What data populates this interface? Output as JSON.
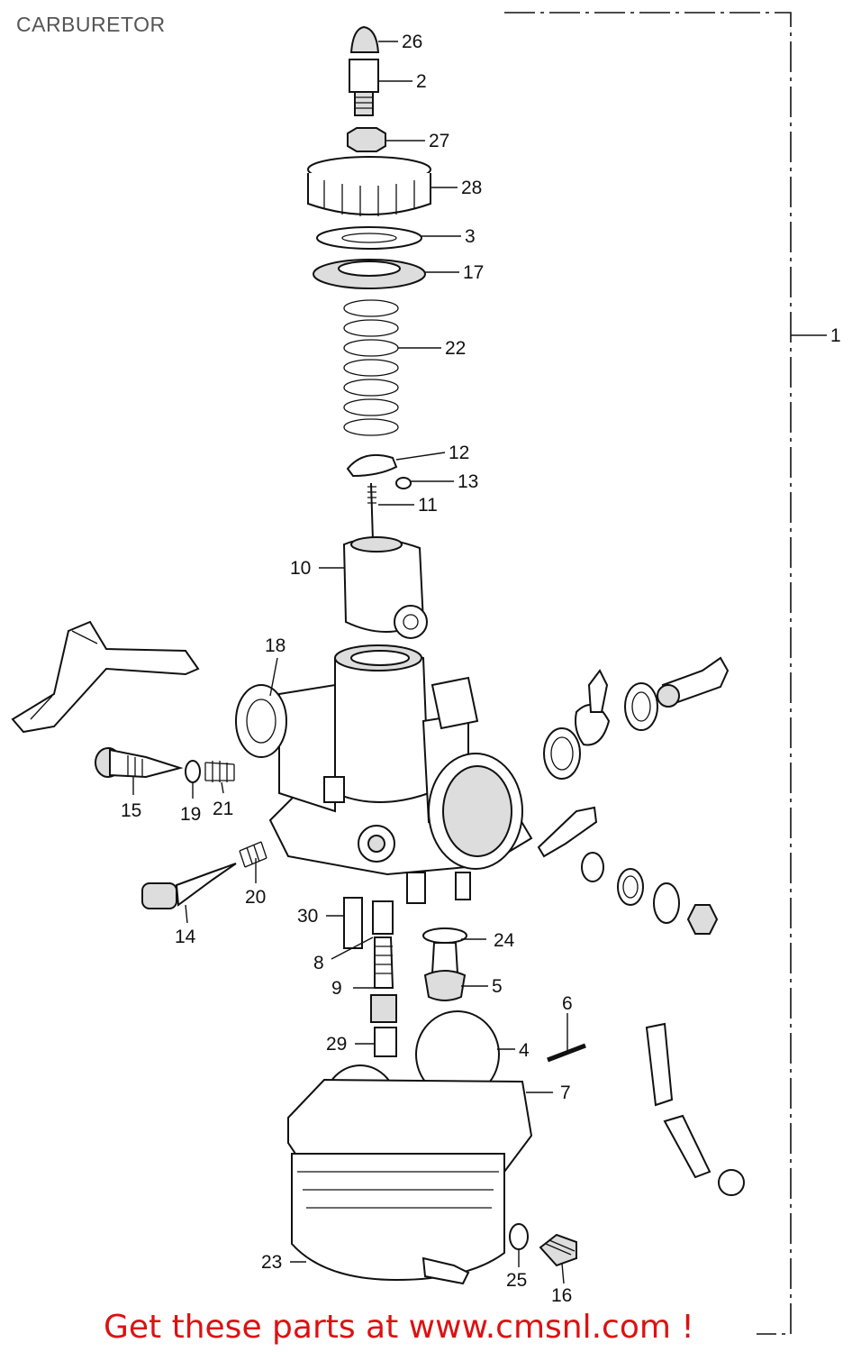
{
  "title": "CARBURETOR",
  "cta": "Get these parts at www.cmsnl.com !",
  "colors": {
    "cta": "#dd1111",
    "title": "#555555",
    "line": "#111111"
  },
  "callouts": [
    {
      "label": "26",
      "id": "callout-26"
    },
    {
      "label": "2",
      "id": "callout-2"
    },
    {
      "label": "27",
      "id": "callout-27"
    },
    {
      "label": "28",
      "id": "callout-28"
    },
    {
      "label": "3",
      "id": "callout-3"
    },
    {
      "label": "17",
      "id": "callout-17"
    },
    {
      "label": "22",
      "id": "callout-22"
    },
    {
      "label": "1",
      "id": "callout-1"
    },
    {
      "label": "12",
      "id": "callout-12"
    },
    {
      "label": "13",
      "id": "callout-13"
    },
    {
      "label": "11",
      "id": "callout-11"
    },
    {
      "label": "10",
      "id": "callout-10"
    },
    {
      "label": "18",
      "id": "callout-18"
    },
    {
      "label": "15",
      "id": "callout-15"
    },
    {
      "label": "19",
      "id": "callout-19"
    },
    {
      "label": "21",
      "id": "callout-21"
    },
    {
      "label": "20",
      "id": "callout-20"
    },
    {
      "label": "14",
      "id": "callout-14"
    },
    {
      "label": "30",
      "id": "callout-30"
    },
    {
      "label": "24",
      "id": "callout-24"
    },
    {
      "label": "8",
      "id": "callout-8"
    },
    {
      "label": "9",
      "id": "callout-9"
    },
    {
      "label": "5",
      "id": "callout-5"
    },
    {
      "label": "6",
      "id": "callout-6"
    },
    {
      "label": "29",
      "id": "callout-29"
    },
    {
      "label": "4",
      "id": "callout-4"
    },
    {
      "label": "7",
      "id": "callout-7"
    },
    {
      "label": "23",
      "id": "callout-23"
    },
    {
      "label": "25",
      "id": "callout-25"
    },
    {
      "label": "16",
      "id": "callout-16"
    }
  ]
}
